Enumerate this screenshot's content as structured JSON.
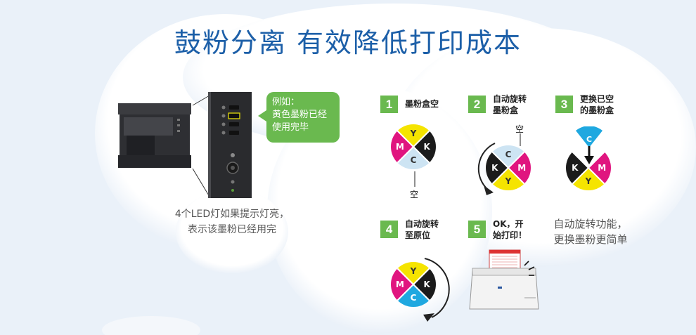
{
  "title": "鼓粉分离  有效降低打印成本",
  "callout_lines": [
    "例如：",
    "黄色墨粉已经",
    "使用完毕"
  ],
  "led_caption_lines": [
    "4个LED灯如果提示灯亮，",
    "表示该墨粉已经用完"
  ],
  "feature_caption_lines": [
    "自动旋转功能，",
    "更换墨粉更简单"
  ],
  "steps": [
    {
      "num": "1",
      "lines": [
        "墨粉盒空"
      ]
    },
    {
      "num": "2",
      "lines": [
        "自动旋转",
        "墨粉盒"
      ]
    },
    {
      "num": "3",
      "lines": [
        "更换已空",
        "的墨粉盒"
      ]
    },
    {
      "num": "4",
      "lines": [
        "自动旋转",
        "至原位"
      ]
    },
    {
      "num": "5",
      "lines": [
        "OK，开",
        "始打印！"
      ]
    }
  ],
  "empty_label": "空",
  "toner_letters": {
    "yellow": "Y",
    "black": "K",
    "cyan": "C",
    "magenta": "M"
  },
  "colors": {
    "yellow": "#f5e400",
    "black": "#1b1b1b",
    "cyan": "#1fa8e0",
    "magenta": "#e0157f",
    "empty": "#cde4f3",
    "accent_green": "#6ab94f",
    "title_blue": "#1c5fa8"
  }
}
